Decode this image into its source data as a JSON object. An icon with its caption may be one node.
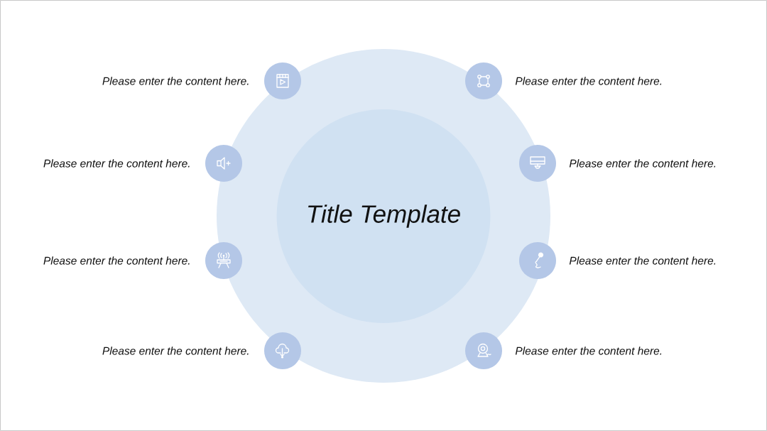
{
  "diagram": {
    "nodes": [
      {
        "text": [],
        "shape": "circle"
      },
      {
        "text": [
          "Title Template"
        ],
        "in": 0
      },
      {
        "text": [],
        "shape": "circle",
        "beside": [
          "Please enter the content here."
        ]
      },
      {
        "text": [],
        "shape": "circle",
        "beside": [
          "Please enter the content here."
        ]
      },
      {
        "text": [],
        "shape": "circle",
        "beside": [
          "Please enter the content here."
        ]
      },
      {
        "text": [],
        "shape": "circle",
        "beside": [
          "Please enter the content here."
        ]
      },
      {
        "text": [],
        "shape": "circle",
        "beside": [
          "Please enter the content here."
        ]
      },
      {
        "text": [],
        "shape": "circle",
        "beside": [
          "Please enter the content here."
        ]
      },
      {
        "text": [],
        "shape": "circle",
        "beside": [
          "Please enter the content here."
        ]
      },
      {
        "text": [],
        "shape": "circle",
        "beside": [
          "Please enter the content here."
        ]
      }
    ]
  }
}
